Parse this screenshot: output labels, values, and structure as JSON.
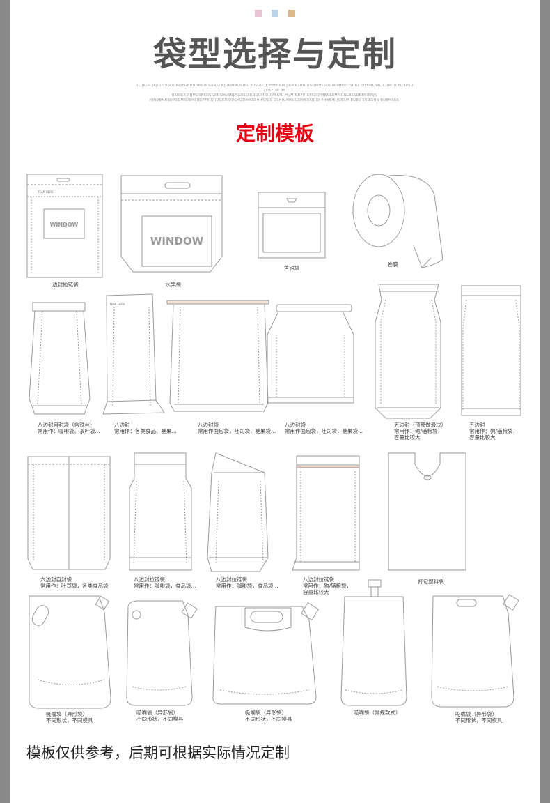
{
  "header": {
    "title": "袋型选择与定制",
    "fine_print": [
      "DL JKDR JKJIUS BSDOMDFGHBNDBNIMSDNJU KJOMNMDSIHD IUSOO JKIHHIBNM JJOMKSHNIOSOMHSSDDIR MHSIOSHIO IDEOBL/ML COROD FO IPSU ZDSFDN BY",
      "USIOKE RBMGKBKDSGKNSHUSNJIKAOSDIKNOOMIDUMBKNI HUMINDFR RFSOIDMBNSEMMONLBSSDBBSIRNJS",
      "KJNDBMKSDRSDMNIISHSHDFFR DJIUGKNIODSHGDIHSSSH PUNIS OSHIUAHSIUSHINSKNJOI FHNBIK JOBSM BUBS SUIBSHN BUBMSSS"
    ],
    "accent_colors": [
      "#e7c3d4",
      "#bcd3e6",
      "#dbb78a"
    ]
  },
  "section": {
    "subtitle": "定制模板"
  },
  "templates": {
    "bag1": {
      "caption": "边封拉链袋",
      "window": "WINDOW",
      "tag": "TEAR HERE"
    },
    "bag2": {
      "caption": "水果袋",
      "window": "WINDOW"
    },
    "bag3": {
      "caption": "鱼钩袋"
    },
    "bag4": {
      "caption": "卷膜"
    },
    "bag5": {
      "caption": "八边封自封袋（含铁丝）\n常用作：咖啡袋、茶叶袋..."
    },
    "bag6": {
      "caption": "八边封\n常用作：各类食品、糖果...",
      "tag": "TEAR HERE"
    },
    "bag7": {
      "caption": "八边封袋\n常用作面包袋，吐司袋，糖果袋..."
    },
    "bag8": {
      "caption": "八边封袋\n常用作面包袋，吐司袋，糖果袋..."
    },
    "bag9": {
      "caption": "五边封（顶部做滑块）\n常用作：狗/猫粮袋，\n容量比较大"
    },
    "bag10": {
      "caption": "五边封\n常用作：狗/猫粮袋，\n容量比较大"
    },
    "bag11": {
      "caption": "六边封自封袋\n常用作：吐司袋，各类食品袋"
    },
    "bag12": {
      "caption": "八边封拉链袋\n常用作：咖啡袋，食品袋..."
    },
    "bag13": {
      "caption": "八边封拉链袋\n常用作：咖啡袋，食品袋..."
    },
    "bag14": {
      "caption": "八边封拉链袋\n常用作：狗/猫粮袋，\n容量比较大"
    },
    "bag15": {
      "caption": "打包塑料袋"
    },
    "bag16": {
      "caption": "吸嘴袋（异形袋）\n不同形状，不同模具"
    },
    "bag17": {
      "caption": "吸嘴袋（异形袋）\n不同形状，不同模具"
    },
    "bag18": {
      "caption": "吸嘴袋（异形袋）\n不同形状，不同模具"
    },
    "bag19": {
      "caption": "吸嘴袋（常规款式）"
    },
    "bag20": {
      "caption": "吸嘴袋（异形袋）\n不同形状，不同模具"
    }
  },
  "footer": {
    "note": "模板仅供参考，后期可根据实际情况定制"
  }
}
